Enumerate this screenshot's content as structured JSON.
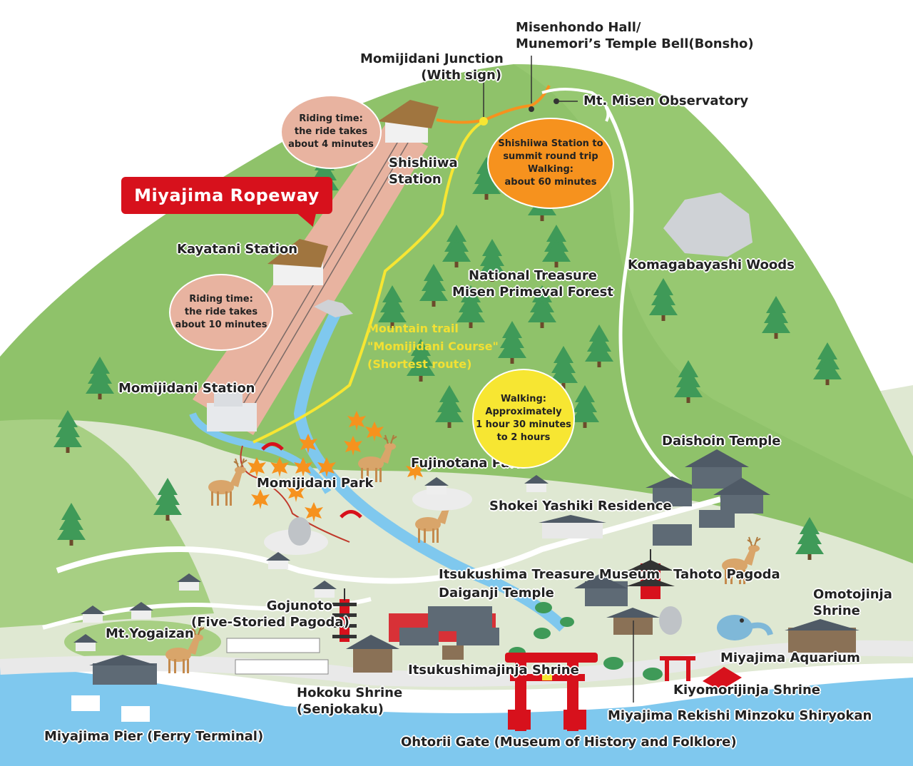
{
  "title": "Miyajima Ropeway",
  "colors": {
    "sea": "#7fc8ee",
    "land": "#dfe8d2",
    "mountain": "#8fc26a",
    "ropeway_red": "#d7111c",
    "trail_yellow": "#f7e632",
    "orange": "#f6921e",
    "pink": "#e8b3a0"
  },
  "labels": {
    "misenhondo_1": "Misenhondo Hall/",
    "misenhondo_2": "Munemori’s Temple Bell(Bonsho)",
    "momijidani_junction_1": "Momijidani Junction",
    "momijidani_junction_2": "(With sign)",
    "observatory": "Mt. Misen Observatory",
    "shishiiwa_1": "Shishiiwa",
    "shishiiwa_2": "Station",
    "kayatani": "Kayatani Station",
    "national_treasure_1": "National Treasure",
    "national_treasure_2": "Misen Primeval Forest",
    "komagabayashi": "Komagabayashi Woods",
    "momijidani_station": "Momijidani Station",
    "daishoin": "Daishoin Temple",
    "fujinotana": "Fujinotana Park",
    "momijidani_park": "Momijidani Park",
    "shokei": "Shokei Yashiki Residence",
    "treasure_museum": "Itsukushima Treasure Museum",
    "tahoto": "Tahoto Pagoda",
    "daiganji": "Daiganji Temple",
    "gojunoto_1": "Gojunoto",
    "gojunoto_2": "(Five-Storied Pagoda)",
    "omotojinja_1": "Omotojinja",
    "omotojinja_2": "Shrine",
    "yogaizan": "Mt.Yogaizan",
    "aquarium": "Miyajima Aquarium",
    "itsukushima_shrine": "Itsukushimajinja Shrine",
    "kiyomori": "Kiyomorijinja Shrine",
    "hokoku_1": "Hokoku Shrine",
    "hokoku_2": "(Senjokaku)",
    "rekishi": "Miyajima Rekishi Minzoku Shiryokan",
    "pier": "Miyajima Pier (Ferry Terminal)",
    "otorii": "Ohtorii Gate (Museum of History and Folklore)"
  },
  "trail": {
    "line1": "Mountain trail",
    "line2": "\"Momijidani Course\"",
    "line3": "(Shortest route)"
  },
  "bubbles": {
    "ride_upper": [
      "Riding time:",
      "the ride takes",
      "about 4 minutes"
    ],
    "ride_lower": [
      "Riding time:",
      "the ride takes",
      "about 10 minutes"
    ],
    "summit": [
      "Shishiiwa Station to",
      "summit round trip",
      "Walking:",
      "about 60 minutes"
    ],
    "walking": [
      "Walking:",
      "Approximately",
      "1 hour 30 minutes",
      "to 2 hours"
    ]
  },
  "icons": [
    "tree-icon",
    "deer-icon",
    "maple-leaf-icon",
    "station-building-icon",
    "torii-gate-icon",
    "pagoda-icon",
    "dolphin-icon",
    "temple-icon",
    "bridge-icon"
  ]
}
